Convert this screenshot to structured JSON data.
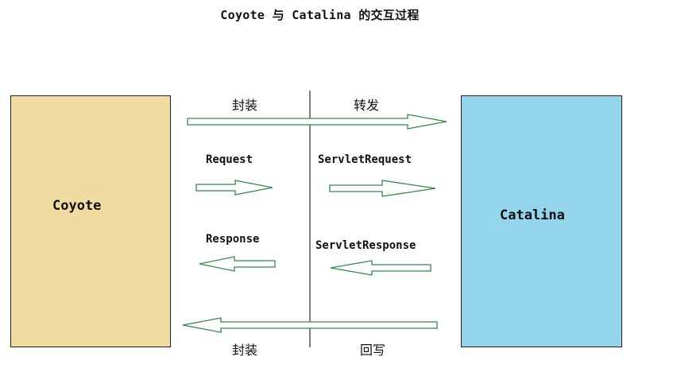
{
  "title": "Coyote 与 Catalina 的交互过程",
  "components": {
    "coyote": "Coyote",
    "catalina": "Catalina"
  },
  "labels": {
    "encapsulate_top": "封装",
    "forward": "转发",
    "request": "Request",
    "servlet_request": "ServletRequest",
    "response": "Response",
    "servlet_response": "ServletResponse",
    "encapsulate_bottom": "封装",
    "write_back": "回写"
  },
  "colors": {
    "coyote_fill": "#f0dca1",
    "catalina_fill": "#94d5ec",
    "arrow_stroke": "#2e8b4a",
    "divider": "#000000"
  }
}
